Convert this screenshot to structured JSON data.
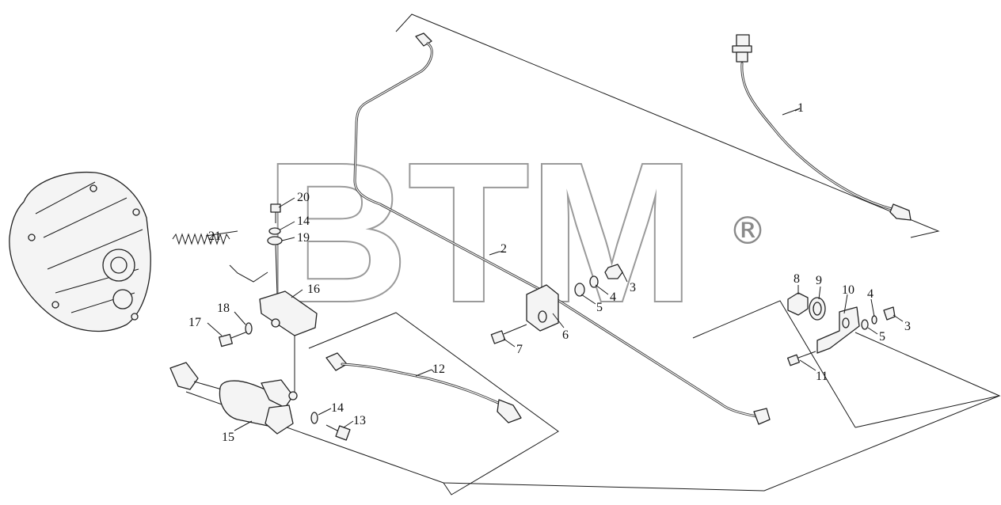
{
  "watermark": {
    "text": "BTM",
    "registered": "®"
  },
  "callouts": {
    "c1": "1",
    "c2": "2",
    "c3a": "3",
    "c3b": "3",
    "c4a": "4",
    "c4b": "4",
    "c5a": "5",
    "c5b": "5",
    "c6": "6",
    "c7": "7",
    "c8": "8",
    "c9": "9",
    "c10": "10",
    "c11": "11",
    "c12": "12",
    "c13": "13",
    "c14a": "14",
    "c14b": "14",
    "c15": "15",
    "c16": "16",
    "c17": "17",
    "c18": "18",
    "c19": "19",
    "c20": "20",
    "c21": "21"
  },
  "colors": {
    "line": "#1a1a1a",
    "watermark_outline": "#9a9a9a",
    "background": "#ffffff"
  }
}
